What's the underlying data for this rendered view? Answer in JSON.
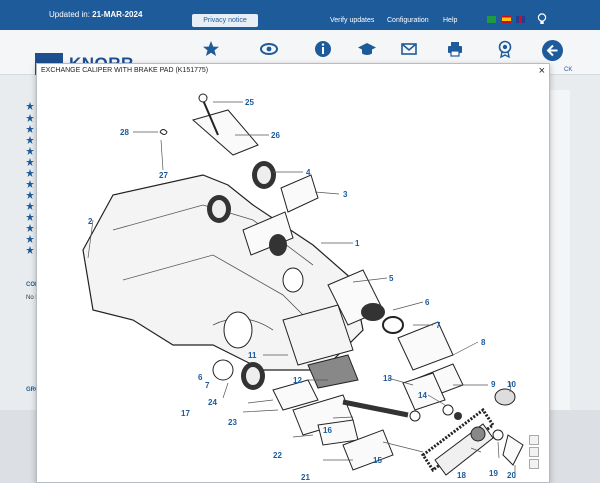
{
  "topbar": {
    "updated_label": "Updated in:",
    "updated_date": "21-MAR-2024",
    "privacy": "Privacy notice",
    "verify": "Verify updates",
    "configuration": "Configuration",
    "help": "Help"
  },
  "navbar": {
    "logo_text": "KNORR-BREMSE",
    "back_label": "CK"
  },
  "left": {
    "section1": "CON",
    "section1_text": "No M",
    "section2": "GRO"
  },
  "modal": {
    "title": "EXCHANGE CALIPER WITH BRAKE PAD (K151775)",
    "close": "×"
  },
  "callouts": [
    "25",
    "28",
    "26",
    "27",
    "4",
    "3",
    "2",
    "1",
    "5",
    "6",
    "7",
    "8",
    "9",
    "10",
    "11",
    "12",
    "13",
    "14",
    "6",
    "7",
    "24",
    "17",
    "23",
    "16",
    "22",
    "15",
    "21",
    "18",
    "19",
    "20"
  ],
  "colors": {
    "brand": "#1e5b9a",
    "callout": "#1a5a9e"
  }
}
